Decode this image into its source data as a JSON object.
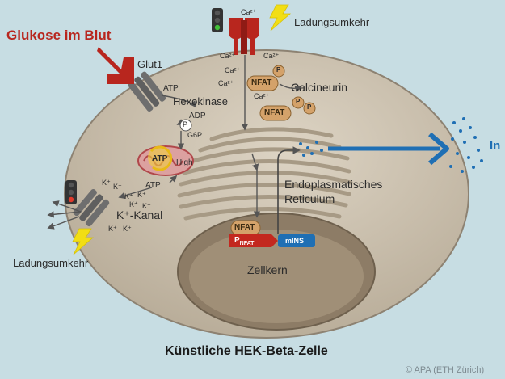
{
  "title": "Künstliche HEK-Beta-Zelle",
  "credit": "© APA (ETH Zürich)",
  "colors": {
    "background": "#c7dde3",
    "cell": "#c9bfae",
    "nucleus": "#8d7c66",
    "red": "#b8261e",
    "blue": "#1f6fb4",
    "nfat": "#d4a26a",
    "lightning": "#f2de14"
  },
  "labels": {
    "glucose": "Glukose im Blut",
    "glut1": "Glut1",
    "atp": "ATP",
    "adp": "ADP",
    "hexokinase": "Hexokinase",
    "p": "P",
    "g6p": "G6P",
    "atp_mito": "ATP",
    "high": "High",
    "atp2": "ATP",
    "k_channel": "K⁺-Kanal",
    "k_ion": "K⁺",
    "ladung_top": "Ladungsumkehr",
    "ladung_bottom": "Ladungsumkehr",
    "ca_ion": "Ca²⁺",
    "nfat": "NFAT",
    "calcineurin": "Calcineurin",
    "er": "Endoplasmatisches Reticulum",
    "er_line1": "Endoplasmatisches",
    "er_line2": "Reticulum",
    "pnfat": "PNFAT",
    "p_main": "P",
    "p_sub": "NFAT",
    "mins": "mINS",
    "zellkern": "Zellkern",
    "insulin": "In"
  },
  "icons": [
    "traffic-light-icon",
    "lightning-icon",
    "arrow-icon"
  ]
}
